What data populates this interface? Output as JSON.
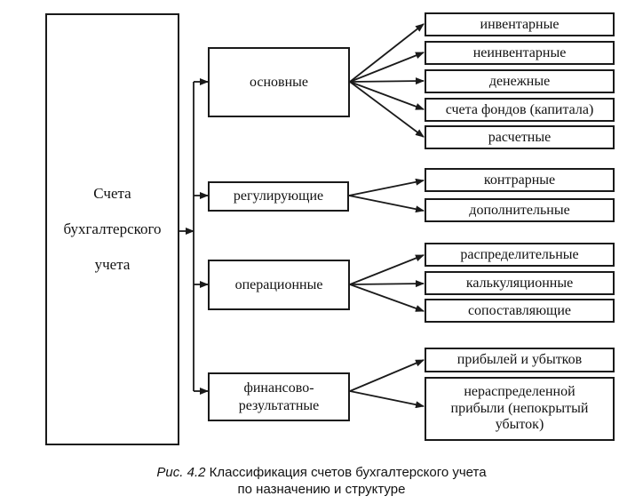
{
  "root": {
    "lines": [
      "Счета",
      "бухгалтерского",
      "учета"
    ]
  },
  "categories": [
    {
      "label": "основные",
      "items": [
        "инвентарные",
        "неинвентарные",
        "денежные",
        "счета фондов (капитала)",
        "расчетные"
      ]
    },
    {
      "label": "регулирующие",
      "items": [
        "контрарные",
        "дополнительные"
      ]
    },
    {
      "label": "операционные",
      "items": [
        "распределительные",
        "калькуляционные",
        "сопоставляющие"
      ]
    },
    {
      "label_lines": [
        "финансово-",
        "результатные"
      ],
      "items": [
        "прибылей и убытков"
      ],
      "items_multiline": [
        [
          "нераспределенной",
          "прибыли (непокрытый",
          "убыток)"
        ]
      ]
    }
  ],
  "caption": {
    "fig_label": "Рис. 4.2",
    "line1": "Классификация счетов бухгалтерского учета",
    "line2": "по назначению и структуре"
  }
}
